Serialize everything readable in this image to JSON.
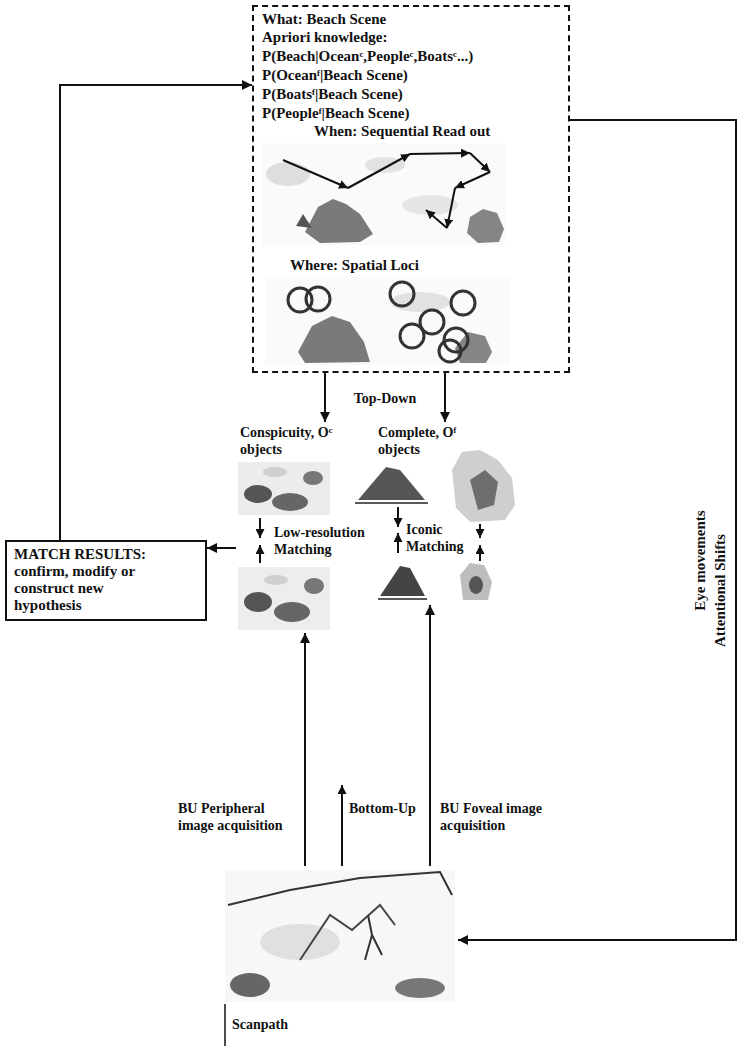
{
  "diagram": {
    "nodes": [
      {
        "text": [
          "What: Beach Scene",
          "Apriori knowledge:",
          "P(Beach|Oceanᶜ,Peopleᶜ,Boatsᶜ...)",
          "P(Oceanᶠ|Beach Scene)",
          "P(Boatsᶠ|Beach Scene)",
          "P(Peopleᶠ|Beach Scene)"
        ]
      },
      {
        "text": [
          "When: Sequential Read out"
        ],
        "in": 0
      },
      {
        "text": [
          "Where: Spatial Loci"
        ],
        "in": 0
      },
      {
        "text": [
          "Conspicuity, Oᶜ objects"
        ]
      },
      {
        "text": [
          "Complete, Oᶠ objects"
        ]
      },
      {
        "text": [
          "MATCH RESULTS: confirm, modify or construct new hypothesis"
        ]
      },
      {
        "text": [
          "Scanpath"
        ]
      }
    ],
    "edges": [
      {
        "from": 5,
        "to": 0,
        "arrow": "to"
      },
      {
        "from": 0,
        "to": 3,
        "arrow": "to"
      },
      {
        "from": 0,
        "to": 4,
        "arrow": "to"
      },
      {
        "from": 3,
        "to": 5,
        "arrow": "to"
      },
      {
        "from": 0,
        "to": 6,
        "arrow": "to"
      },
      {
        "from": 6,
        "to": 3,
        "arrow": "to"
      },
      {
        "from": 6,
        "to": 4,
        "arrow": "to"
      }
    ],
    "labels": [
      "Top-Down",
      "Low-resolution Matching",
      "Iconic Matching",
      "BU Peripheral image acquisition",
      "Bottom-Up",
      "BU Foveal image acquisition",
      "Eye movements",
      "Attentional Shifts"
    ]
  }
}
